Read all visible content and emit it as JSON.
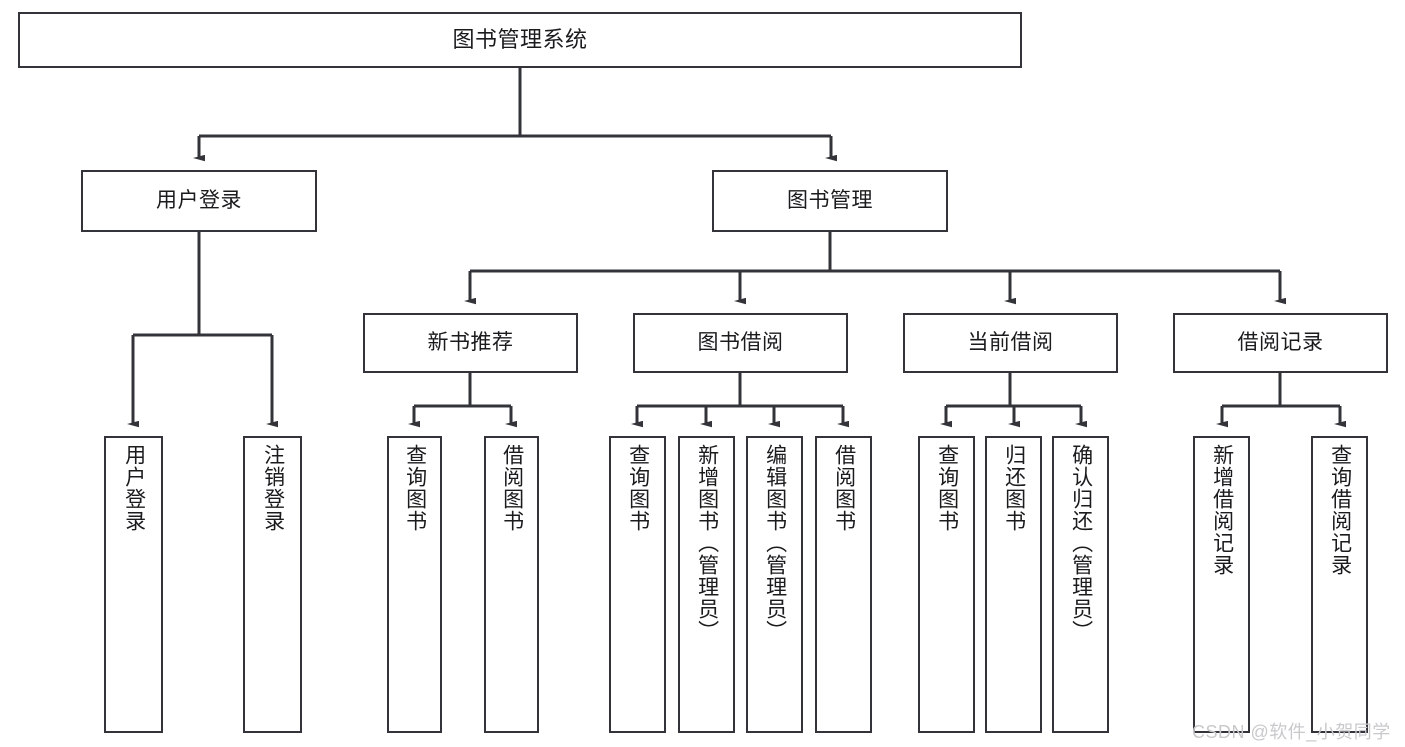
{
  "diagram": {
    "title": "图书管理系统",
    "type": "tree-hierarchy",
    "colors": {
      "node_border": "#32343a",
      "node_fill": "#ffffff",
      "edge": "#32343a",
      "text": "#1b1b1e",
      "watermark": "#c9c9cc",
      "background": "#ffffff"
    }
  },
  "nodes": {
    "root": {
      "label": "图书管理系统"
    },
    "level2": [
      {
        "label": "用户登录"
      },
      {
        "label": "图书管理"
      }
    ],
    "level3": [
      {
        "label": "新书推荐"
      },
      {
        "label": "图书借阅"
      },
      {
        "label": "当前借阅"
      },
      {
        "label": "借阅记录"
      }
    ],
    "leaves": {
      "user_login": [
        {
          "label": "用户登录"
        },
        {
          "label": "注销登录"
        }
      ],
      "new_book_recommend": [
        {
          "label": "查询图书"
        },
        {
          "label": "借阅图书"
        }
      ],
      "book_borrow": [
        {
          "label": "查询图书"
        },
        {
          "label": "新增图书（管理员）"
        },
        {
          "label": "编辑图书（管理员）"
        },
        {
          "label": "借阅图书"
        }
      ],
      "current_borrow": [
        {
          "label": "查询图书"
        },
        {
          "label": "归还图书"
        },
        {
          "label": "确认归还（管理员）"
        }
      ],
      "borrow_record": [
        {
          "label": "新增借阅记录"
        },
        {
          "label": "查询借阅记录"
        }
      ]
    }
  },
  "watermark": {
    "text": "CSDN @软件_小贺同学"
  }
}
